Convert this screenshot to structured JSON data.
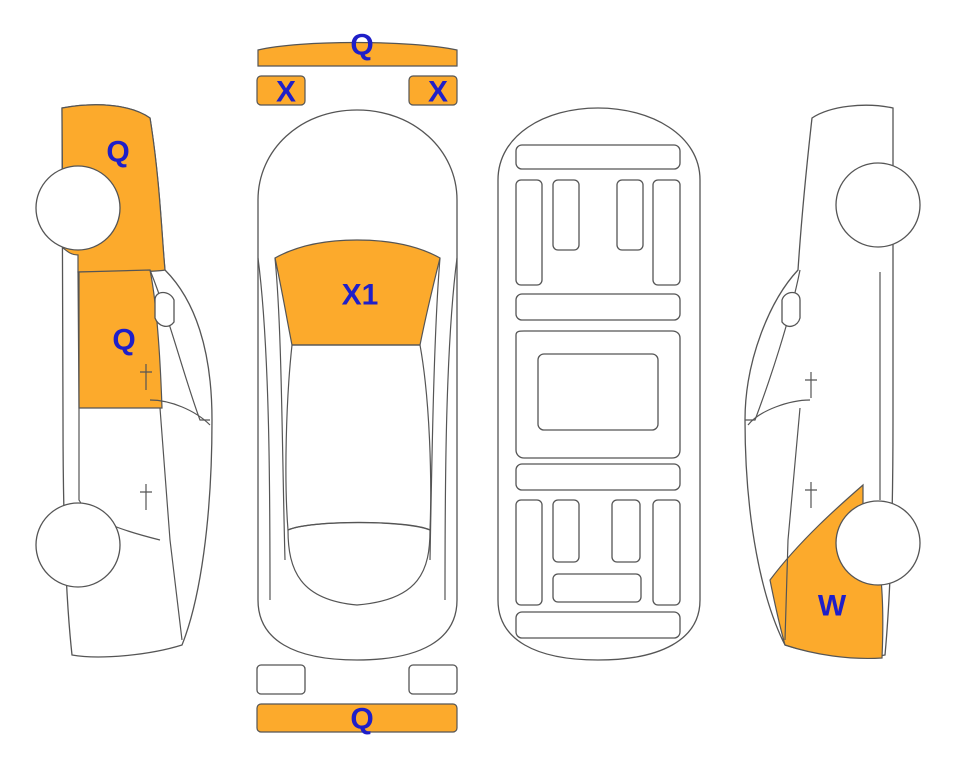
{
  "colors": {
    "damage_fill": "#FCAA2C",
    "label_text": "#1F1FC8",
    "outline": "#555555"
  },
  "labels": {
    "left_front": "Q",
    "left_front_door": "Q",
    "top_front_bumper": "Q",
    "top_left_light": "X",
    "top_right_light": "X",
    "hood": "X1",
    "rear_bumper": "Q",
    "right_rear": "W"
  }
}
